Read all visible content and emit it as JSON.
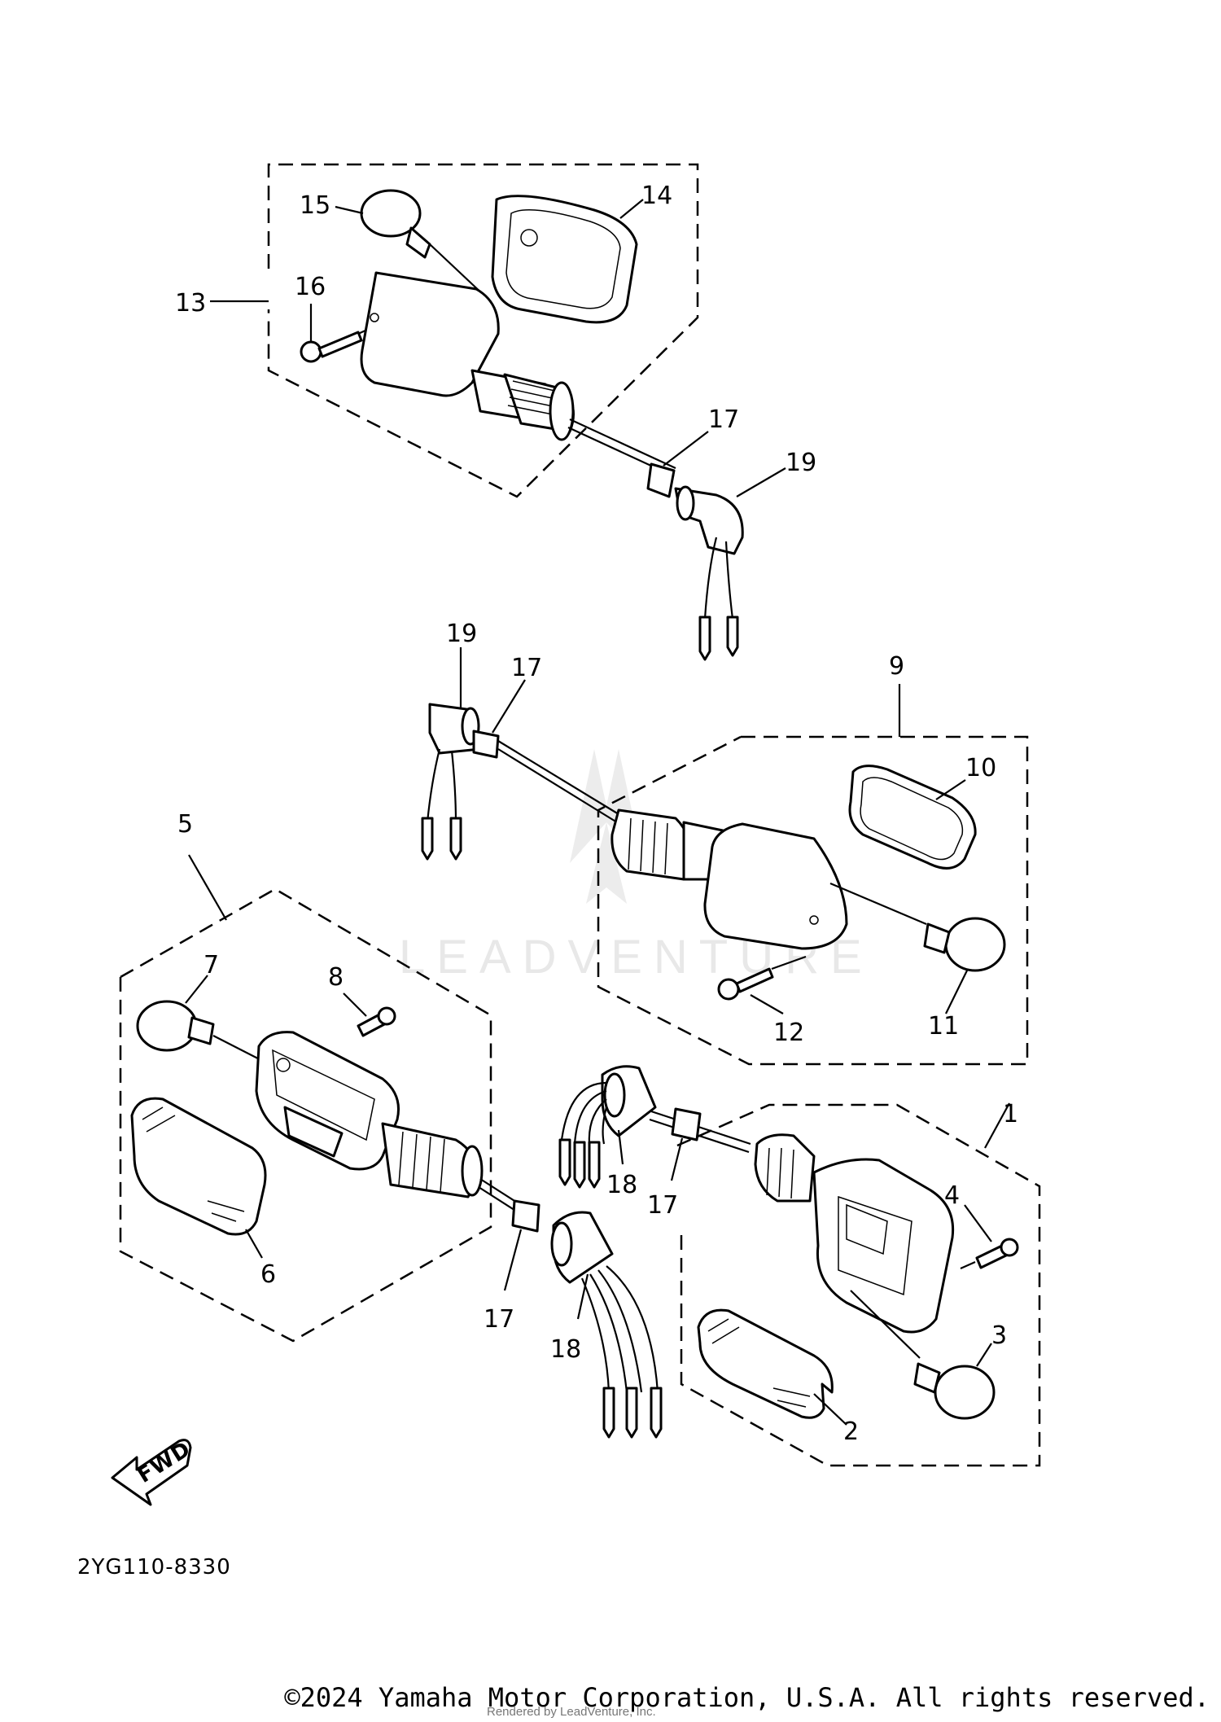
{
  "diagram": {
    "callouts": {
      "c1": "1",
      "c2": "2",
      "c3": "3",
      "c4": "4",
      "c5": "5",
      "c6": "6",
      "c7": "7",
      "c8": "8",
      "c9": "9",
      "c10": "10",
      "c11": "11",
      "c12": "12",
      "c13": "13",
      "c14": "14",
      "c15": "15",
      "c16": "16",
      "c17a": "17",
      "c17b": "17",
      "c17c": "17",
      "c17d": "17",
      "c18a": "18",
      "c18b": "18",
      "c19a": "19",
      "c19b": "19"
    },
    "fwd_label": "FWD",
    "diagram_code": "2YG110-8330",
    "watermark": "LEADVENTURE"
  },
  "footer": {
    "copyright": "©2024 Yamaha Motor Corporation, U.S.A. All rights reserved.",
    "rendered_by": "Rendered by LeadVenture, Inc."
  },
  "colors": {
    "line": "#000000",
    "background": "#ffffff",
    "watermark": "#e8e8e8"
  }
}
